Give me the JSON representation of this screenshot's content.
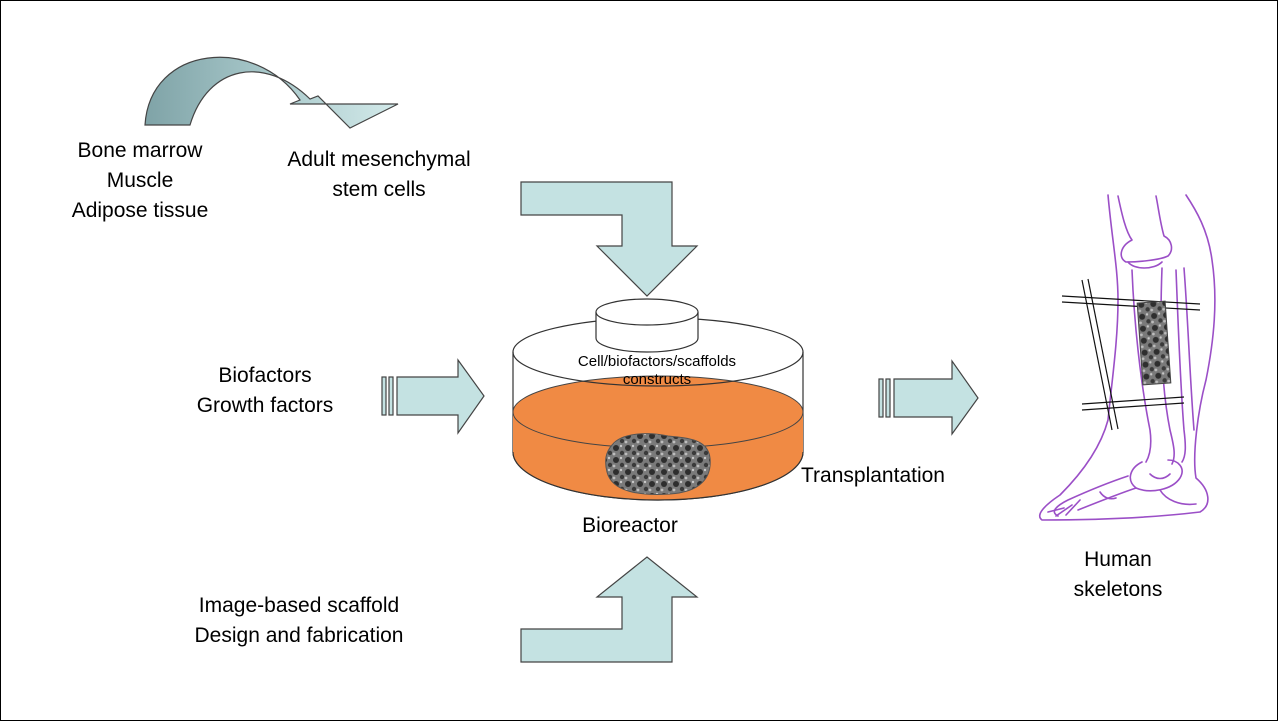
{
  "labels": {
    "sources": [
      "Bone marrow",
      "Muscle",
      "Adipose tissue"
    ],
    "stem_cells": [
      "Adult mesenchymal",
      "stem cells"
    ],
    "biofactors": [
      "Biofactors",
      "Growth factors"
    ],
    "constructs": [
      "Cell/biofactors/scaffolds",
      "constructs"
    ],
    "transplantation": "Transplantation",
    "bioreactor": "Bioreactor",
    "scaffold": [
      "Image-based scaffold",
      "Design and fabrication"
    ],
    "skeletons": [
      "Human",
      "skeletons"
    ]
  },
  "colors": {
    "arrow_fill": "#c4e2e2",
    "curved_arrow_dark": "#7fa3a7",
    "medium": "#f08a44",
    "leg_outline": "#9b4fc7"
  }
}
